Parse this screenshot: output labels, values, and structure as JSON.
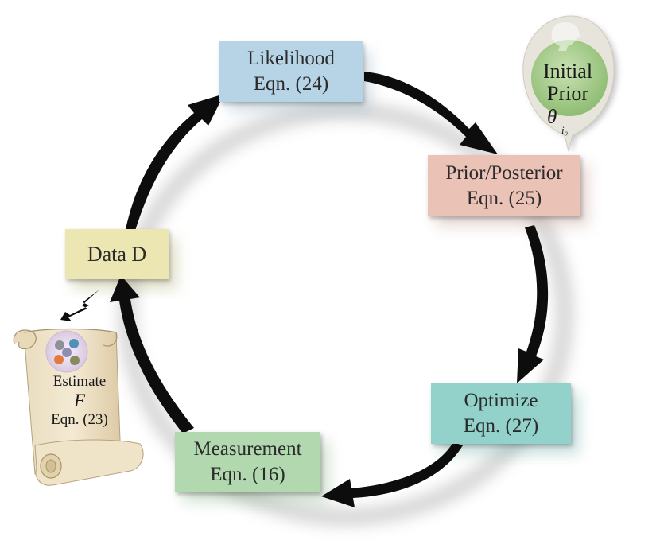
{
  "diagram": {
    "likelihood": {
      "line1": "Likelihood",
      "line2": "Eqn. (24)",
      "color": "#b6d4e5"
    },
    "prior_posterior": {
      "line1": "Prior/Posterior",
      "line2": "Eqn. (25)",
      "color": "#eac2b6"
    },
    "optimize": {
      "line1": "Optimize",
      "line2": "Eqn. (27)",
      "color": "#92d2cb"
    },
    "measurement": {
      "line1": "Measurement",
      "line2": "Eqn. (16)",
      "color": "#b1d8ae"
    },
    "data": {
      "label": "Data D",
      "color": "#ece7b2"
    },
    "initial_prior": {
      "line1": "Initial",
      "line2": "Prior",
      "symbol": "θ",
      "subscript": "i₀",
      "color": "#a4c98a"
    },
    "estimate": {
      "line1": "Estimate",
      "variable": "F",
      "line3": "Eqn. (23)"
    }
  }
}
